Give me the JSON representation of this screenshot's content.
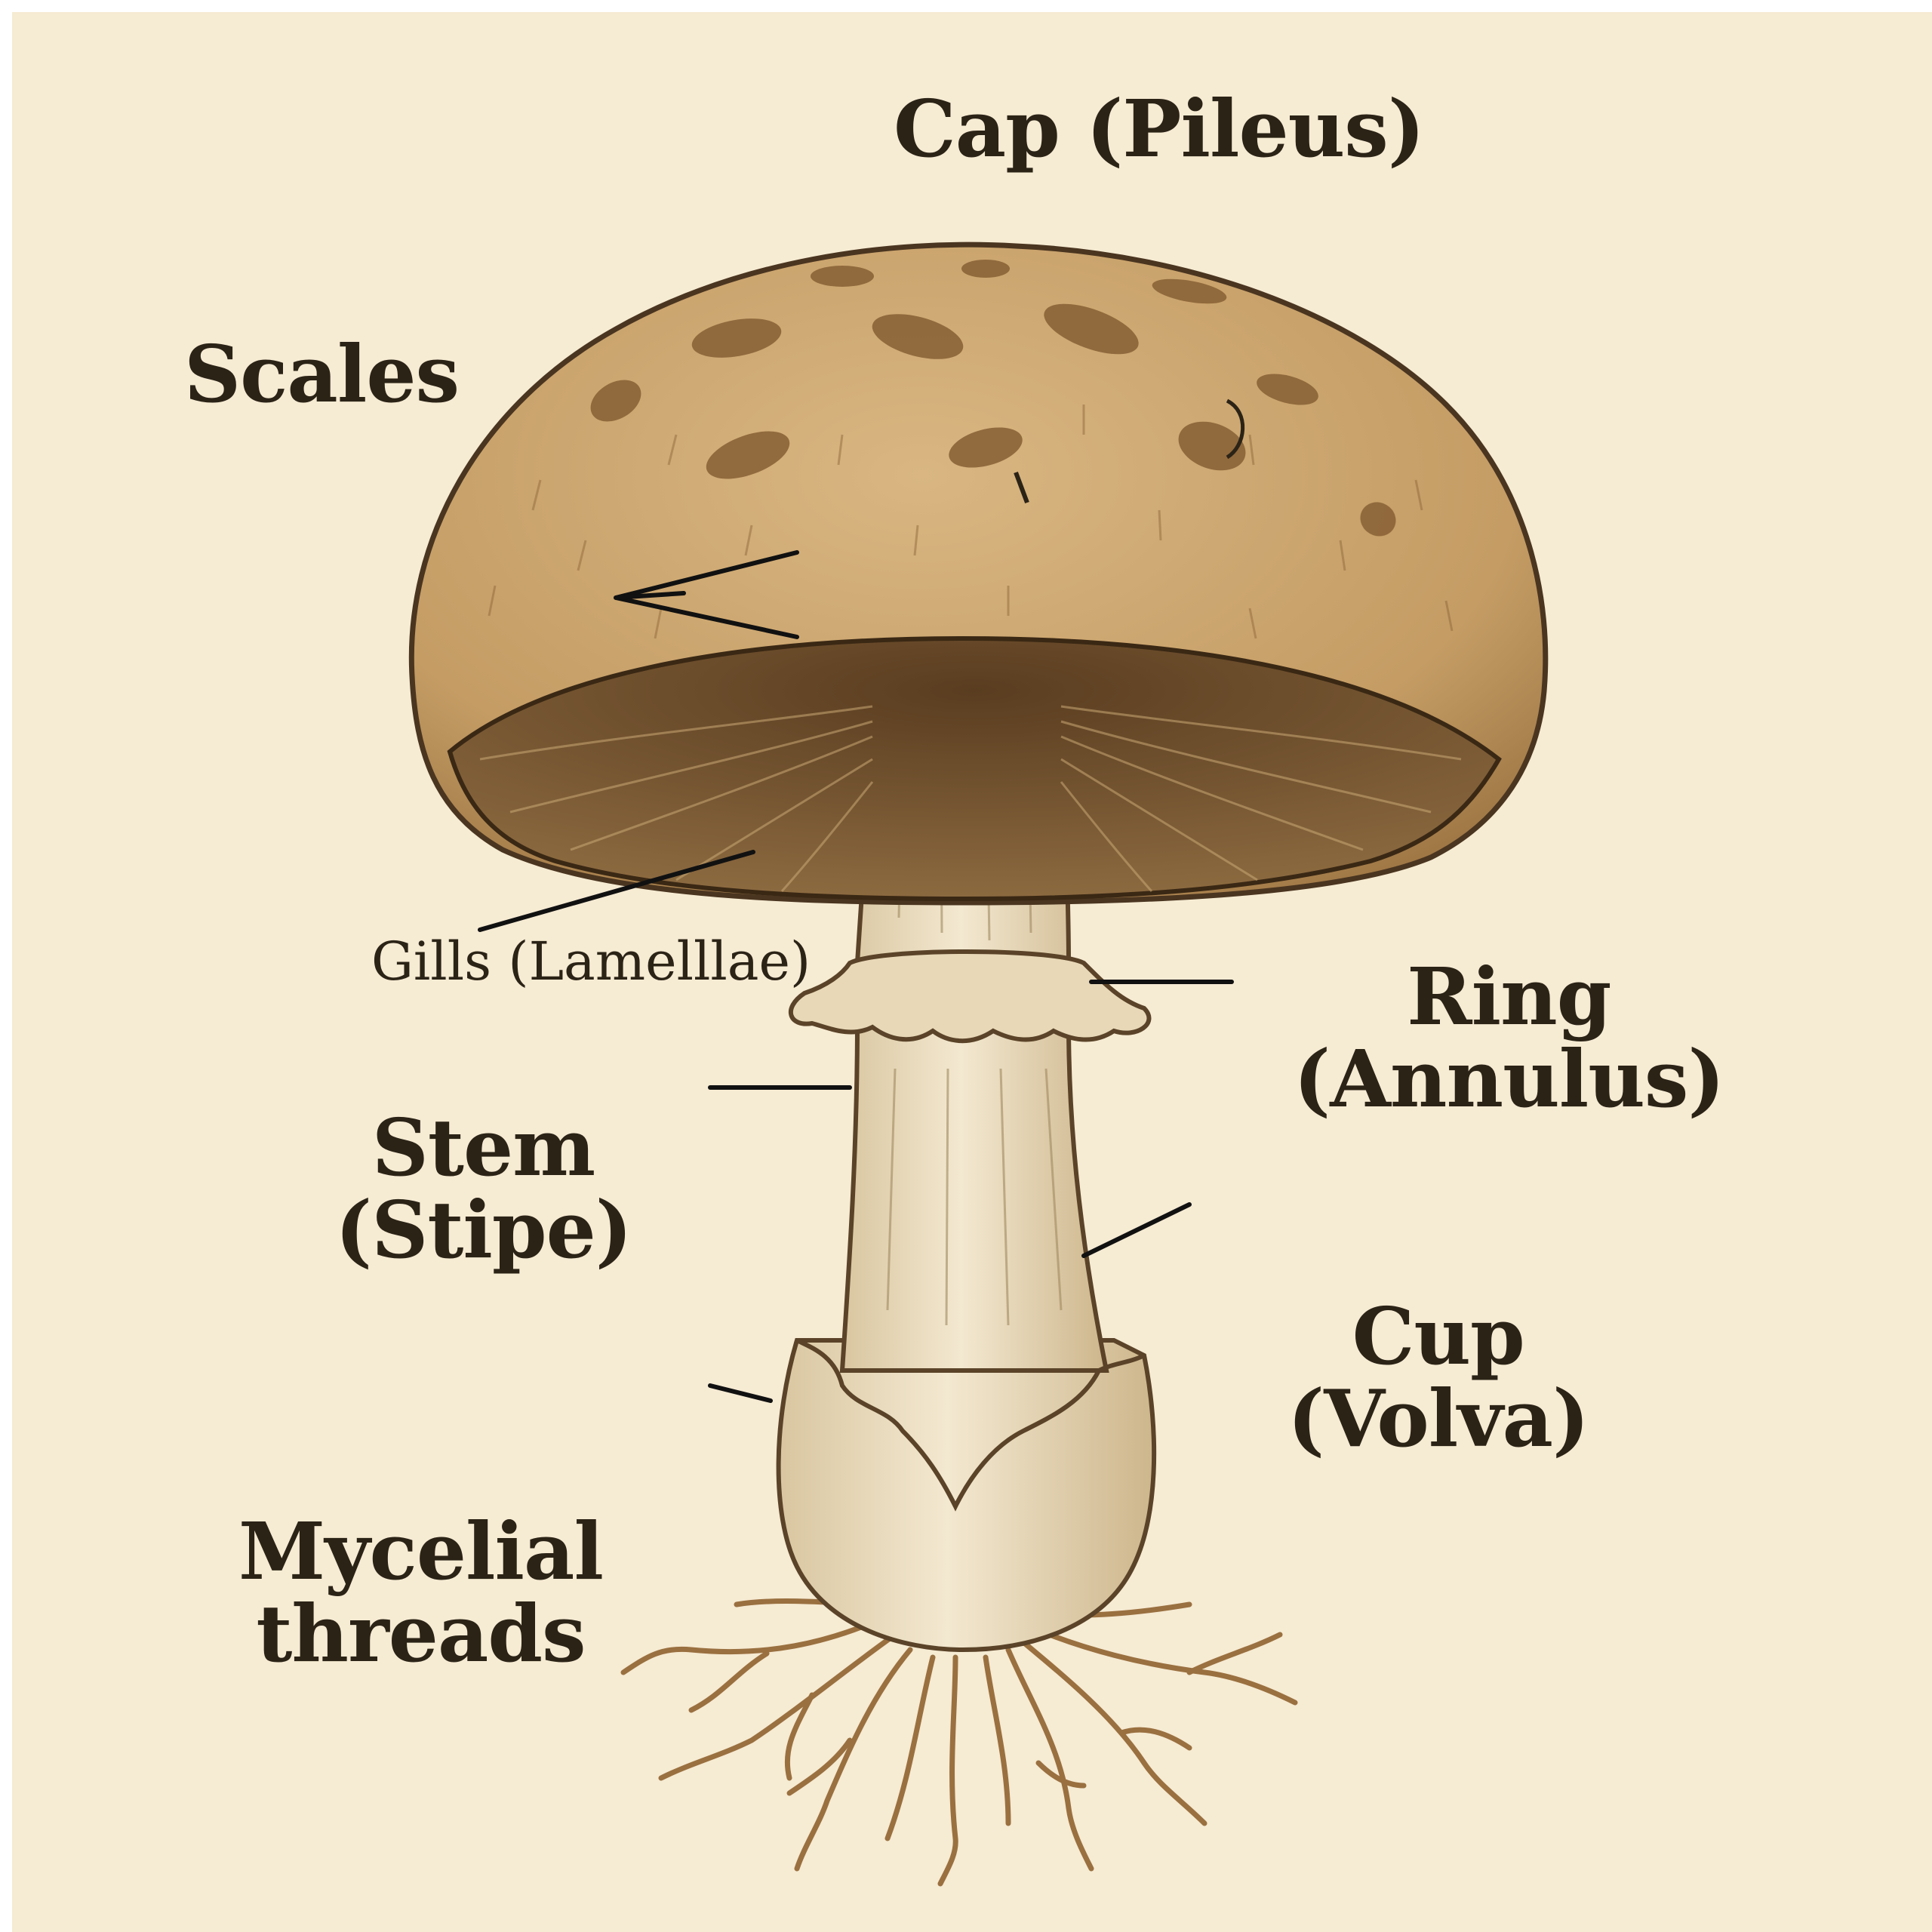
{
  "labels": {
    "cap": "Cap (Pileus)",
    "scales": "Scales",
    "gills": "Gills (Lamelllae)",
    "ring_line1": "Ring",
    "ring_line2": "(Annulus)",
    "stem_line1": "Stem",
    "stem_line2": "(Stipe)",
    "cup_line1": "Cup",
    "cup_line2": "(Volva)",
    "mycelial_line1": "Mycelial",
    "mycelial_line2": "threads"
  },
  "colors": {
    "background": "#f6ebd3",
    "cap": "#c8a26c",
    "cap_spots": "#8a6337",
    "gills": "#6b4a28",
    "stem": "#eee0c3",
    "ink": "#2b2316"
  }
}
